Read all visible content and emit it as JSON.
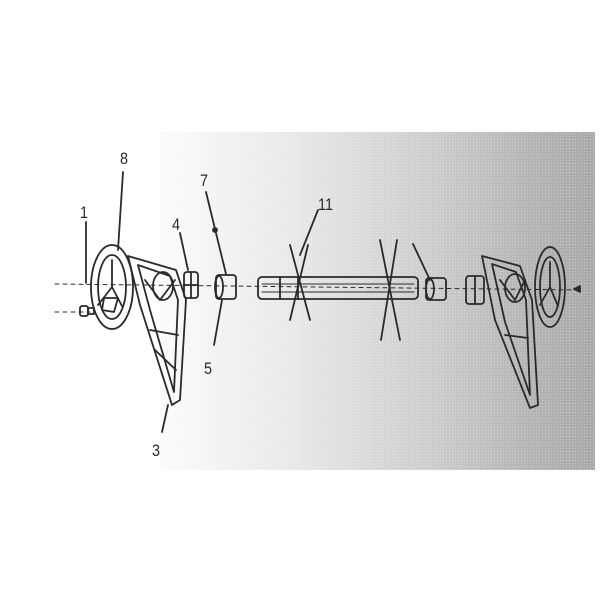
{
  "diagram": {
    "type": "exploded-parts-assembly",
    "description": "Exploded view of an axle/roller assembly with side brackets and wheels",
    "colors": {
      "ink": "#2a2a2a",
      "background": "#ffffff",
      "band_left": "#fbfbfb",
      "band_right": "#a9a9a9"
    },
    "callouts": [
      {
        "id": "1",
        "label": "1",
        "part": "bolt"
      },
      {
        "id": "8",
        "label": "8",
        "part": "wheel"
      },
      {
        "id": "4",
        "label": "4",
        "part": "bearing"
      },
      {
        "id": "7",
        "label": "7",
        "part": "pin"
      },
      {
        "id": "5",
        "label": "5",
        "part": "bushing"
      },
      {
        "id": "11",
        "label": "11",
        "part": "axle"
      },
      {
        "id": "3",
        "label": "3",
        "part": "side-bracket"
      }
    ]
  }
}
